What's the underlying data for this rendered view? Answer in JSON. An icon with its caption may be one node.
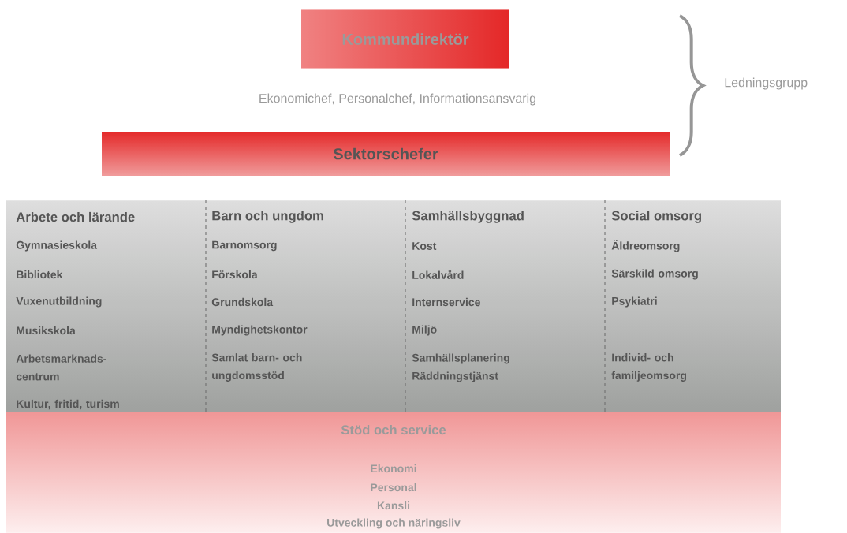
{
  "diagram": {
    "nodes": [
      {
        "text": [
          "Kommundirektör"
        ]
      },
      {
        "text": [
          "Sektorschefer"
        ]
      },
      {
        "text": [
          "Arbete och lärande",
          "Gymnasieskola",
          "Bibliotek",
          "Vuxenutbildning",
          "Musikskola",
          "Arbetsmarknads- centrum",
          "Kultur, fritid, turism",
          "Barn och ungdom",
          "Barnomsorg",
          "Förskola",
          "Grundskola",
          "Myndighetskontor",
          "Samlat barn- och ungdomsstöd",
          "Samhällsbyggnad",
          "Kost",
          "Lokalvård",
          "Internservice",
          "Miljö",
          "Samhällsplanering",
          "Räddningstjänst",
          "Social omsorg",
          "Äldreomsorg",
          "Särskild omsorg",
          "Psykiatri",
          "Individ- och familjeomsorg"
        ]
      },
      {
        "text": [
          "Stöd och service",
          "Ekonomi",
          "Personal",
          "Kansli",
          "Utveckling och näringsliv"
        ]
      }
    ],
    "labels": [
      "Ledningsgrupp",
      "Ekonomichef, Personalchef, Informationsansvarig"
    ]
  }
}
